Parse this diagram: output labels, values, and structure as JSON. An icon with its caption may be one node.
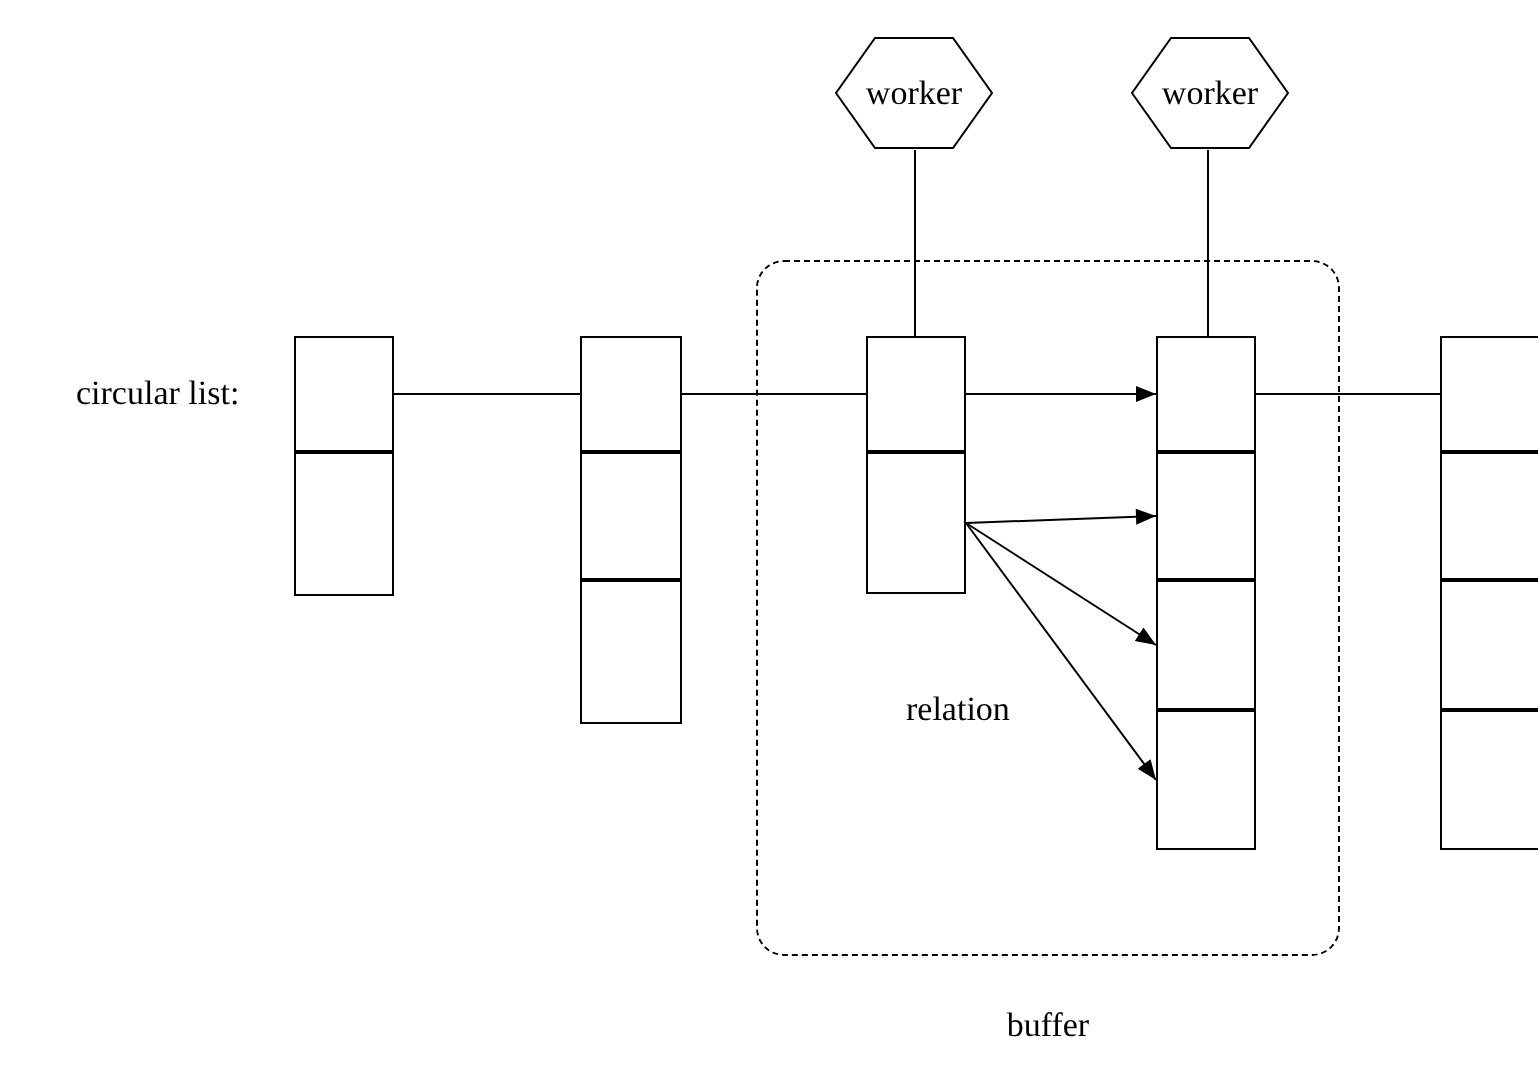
{
  "diagram": {
    "nodes": [
      {
        "text": [
          "worker"
        ]
      },
      {
        "text": [
          "worker"
        ]
      },
      {
        "text": [
          "buffer"
        ]
      },
      {
        "text": [],
        "shape": "box"
      },
      {
        "text": [],
        "shape": "box"
      },
      {
        "text": [],
        "shape": "box"
      },
      {
        "text": [],
        "shape": "box"
      },
      {
        "text": [],
        "shape": "box"
      },
      {
        "text": [],
        "shape": "box",
        "in": 2
      },
      {
        "text": [],
        "shape": "box",
        "in": 2
      },
      {
        "text": [],
        "shape": "box",
        "in": 2
      },
      {
        "text": [],
        "shape": "box",
        "in": 2
      },
      {
        "text": [],
        "shape": "box",
        "in": 2
      },
      {
        "text": [],
        "shape": "box",
        "in": 2
      },
      {
        "text": [],
        "shape": "box"
      },
      {
        "text": [],
        "shape": "box"
      },
      {
        "text": [],
        "shape": "box"
      },
      {
        "text": [],
        "shape": "box"
      }
    ],
    "edges": [
      {
        "from": 3,
        "to": 5,
        "arrow": "none"
      },
      {
        "from": 5,
        "to": 8,
        "arrow": "none"
      },
      {
        "from": 8,
        "to": 10,
        "arrow": "to"
      },
      {
        "from": 9,
        "to": 11,
        "arrow": "to"
      },
      {
        "from": 9,
        "to": 12,
        "arrow": "to"
      },
      {
        "from": 9,
        "to": 13,
        "arrow": "to"
      },
      {
        "from": 10,
        "to": 14,
        "arrow": "none"
      },
      {
        "from": 0,
        "to": 8,
        "arrow": "none"
      },
      {
        "from": 1,
        "to": 10,
        "arrow": "none"
      }
    ],
    "labels": [
      "circular list:",
      "relation"
    ]
  }
}
